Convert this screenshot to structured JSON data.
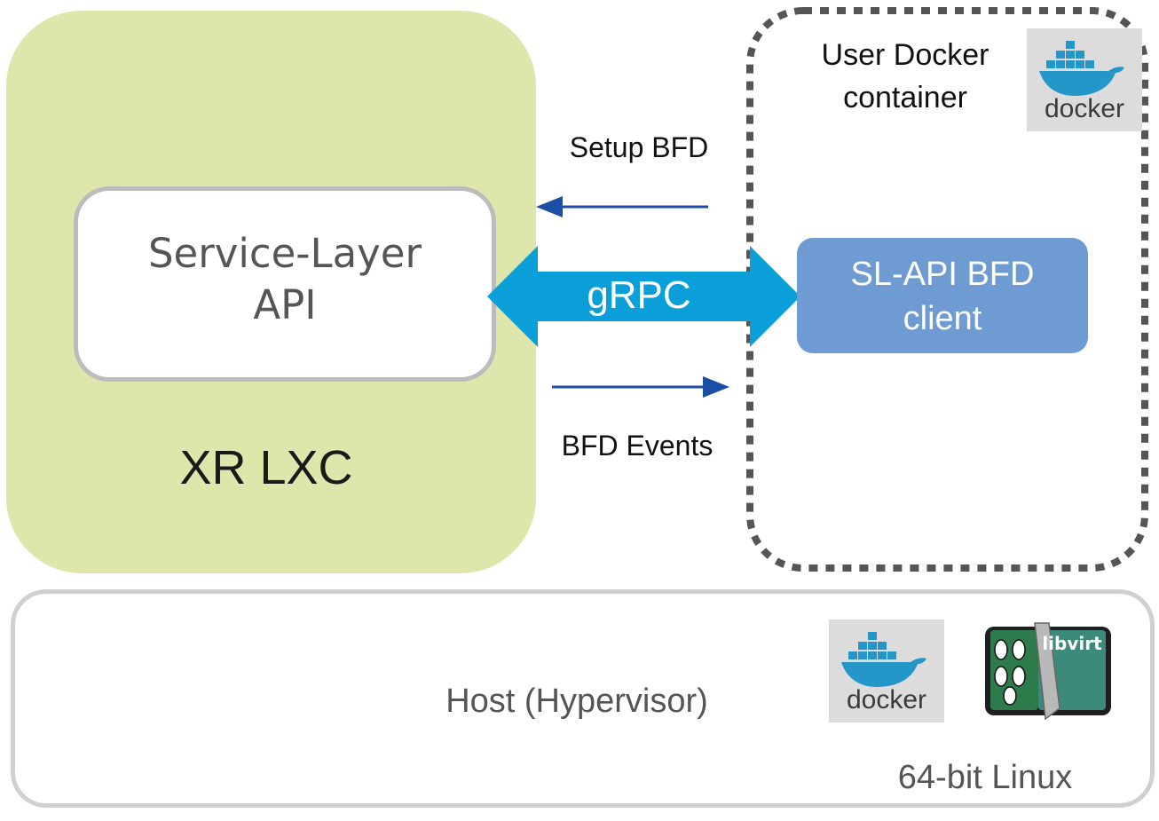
{
  "diagram": {
    "xr_lxc": {
      "label": "XR LXC"
    },
    "service_layer_api": {
      "label": "Service-Layer\nAPI"
    },
    "docker_container": {
      "label": "User Docker\ncontainer"
    },
    "sl_api_client": {
      "label": "SL-API BFD\nclient"
    },
    "arrows": {
      "setup": {
        "label": "Setup BFD"
      },
      "grpc": {
        "label": "gRPC"
      },
      "events": {
        "label": "BFD Events"
      }
    },
    "host": {
      "label": "Host (Hypervisor)",
      "os_label": "64-bit Linux"
    },
    "logos": {
      "docker_text": "docker",
      "libvirt_text": "libvirt"
    },
    "colors": {
      "xr_lxc_fill": "#dfe6ab",
      "client_fill": "#6f9bd3",
      "grpc_arrow": "#0a9fd8",
      "thin_arrows": "#1b4fa6",
      "dashed_border": "#555555"
    }
  }
}
